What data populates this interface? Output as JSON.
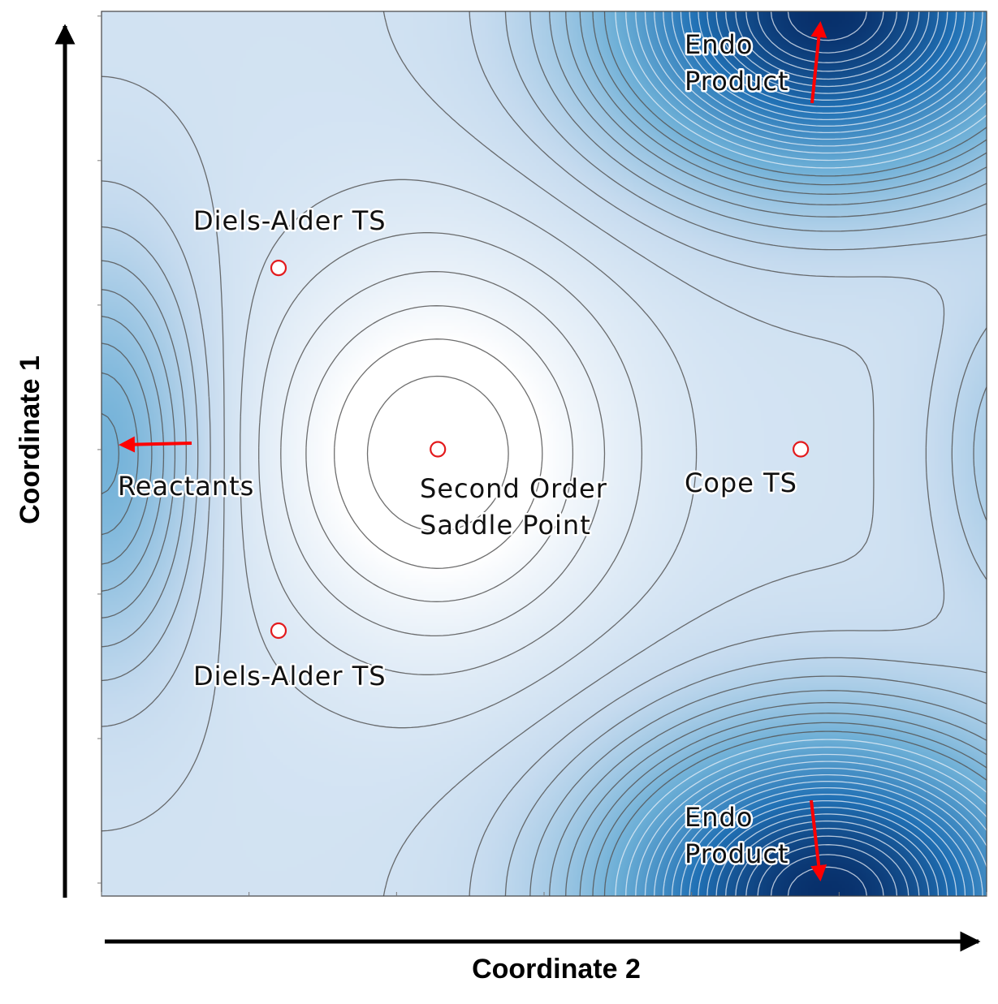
{
  "chart_data": {
    "type": "contour",
    "xlabel": "Coordinate 2",
    "ylabel": "Coordinate 1",
    "colormap": [
      "#ffffff",
      "#c6dbef",
      "#6baed6",
      "#2171b5",
      "#08306b"
    ],
    "marker_color": "#e31a1c",
    "points": [
      {
        "label": "Diels-Alder TS",
        "x": 0.2,
        "y": 0.71
      },
      {
        "label": "Diels-Alder TS",
        "x": 0.2,
        "y": 0.3
      },
      {
        "label": "Second Order Saddle Point",
        "x": 0.38,
        "y": 0.505
      },
      {
        "label": "Cope TS",
        "x": 0.79,
        "y": 0.505
      }
    ],
    "labels": {
      "reactants": "Reactants",
      "endo_top": [
        "Endo",
        "Product"
      ],
      "endo_bottom": [
        "Endo",
        "Product"
      ],
      "saddle": [
        "Second Order",
        "Saddle Point"
      ],
      "cope": "Cope TS",
      "da_top": "Diels-Alder TS",
      "da_bottom": "Diels-Alder TS"
    }
  }
}
